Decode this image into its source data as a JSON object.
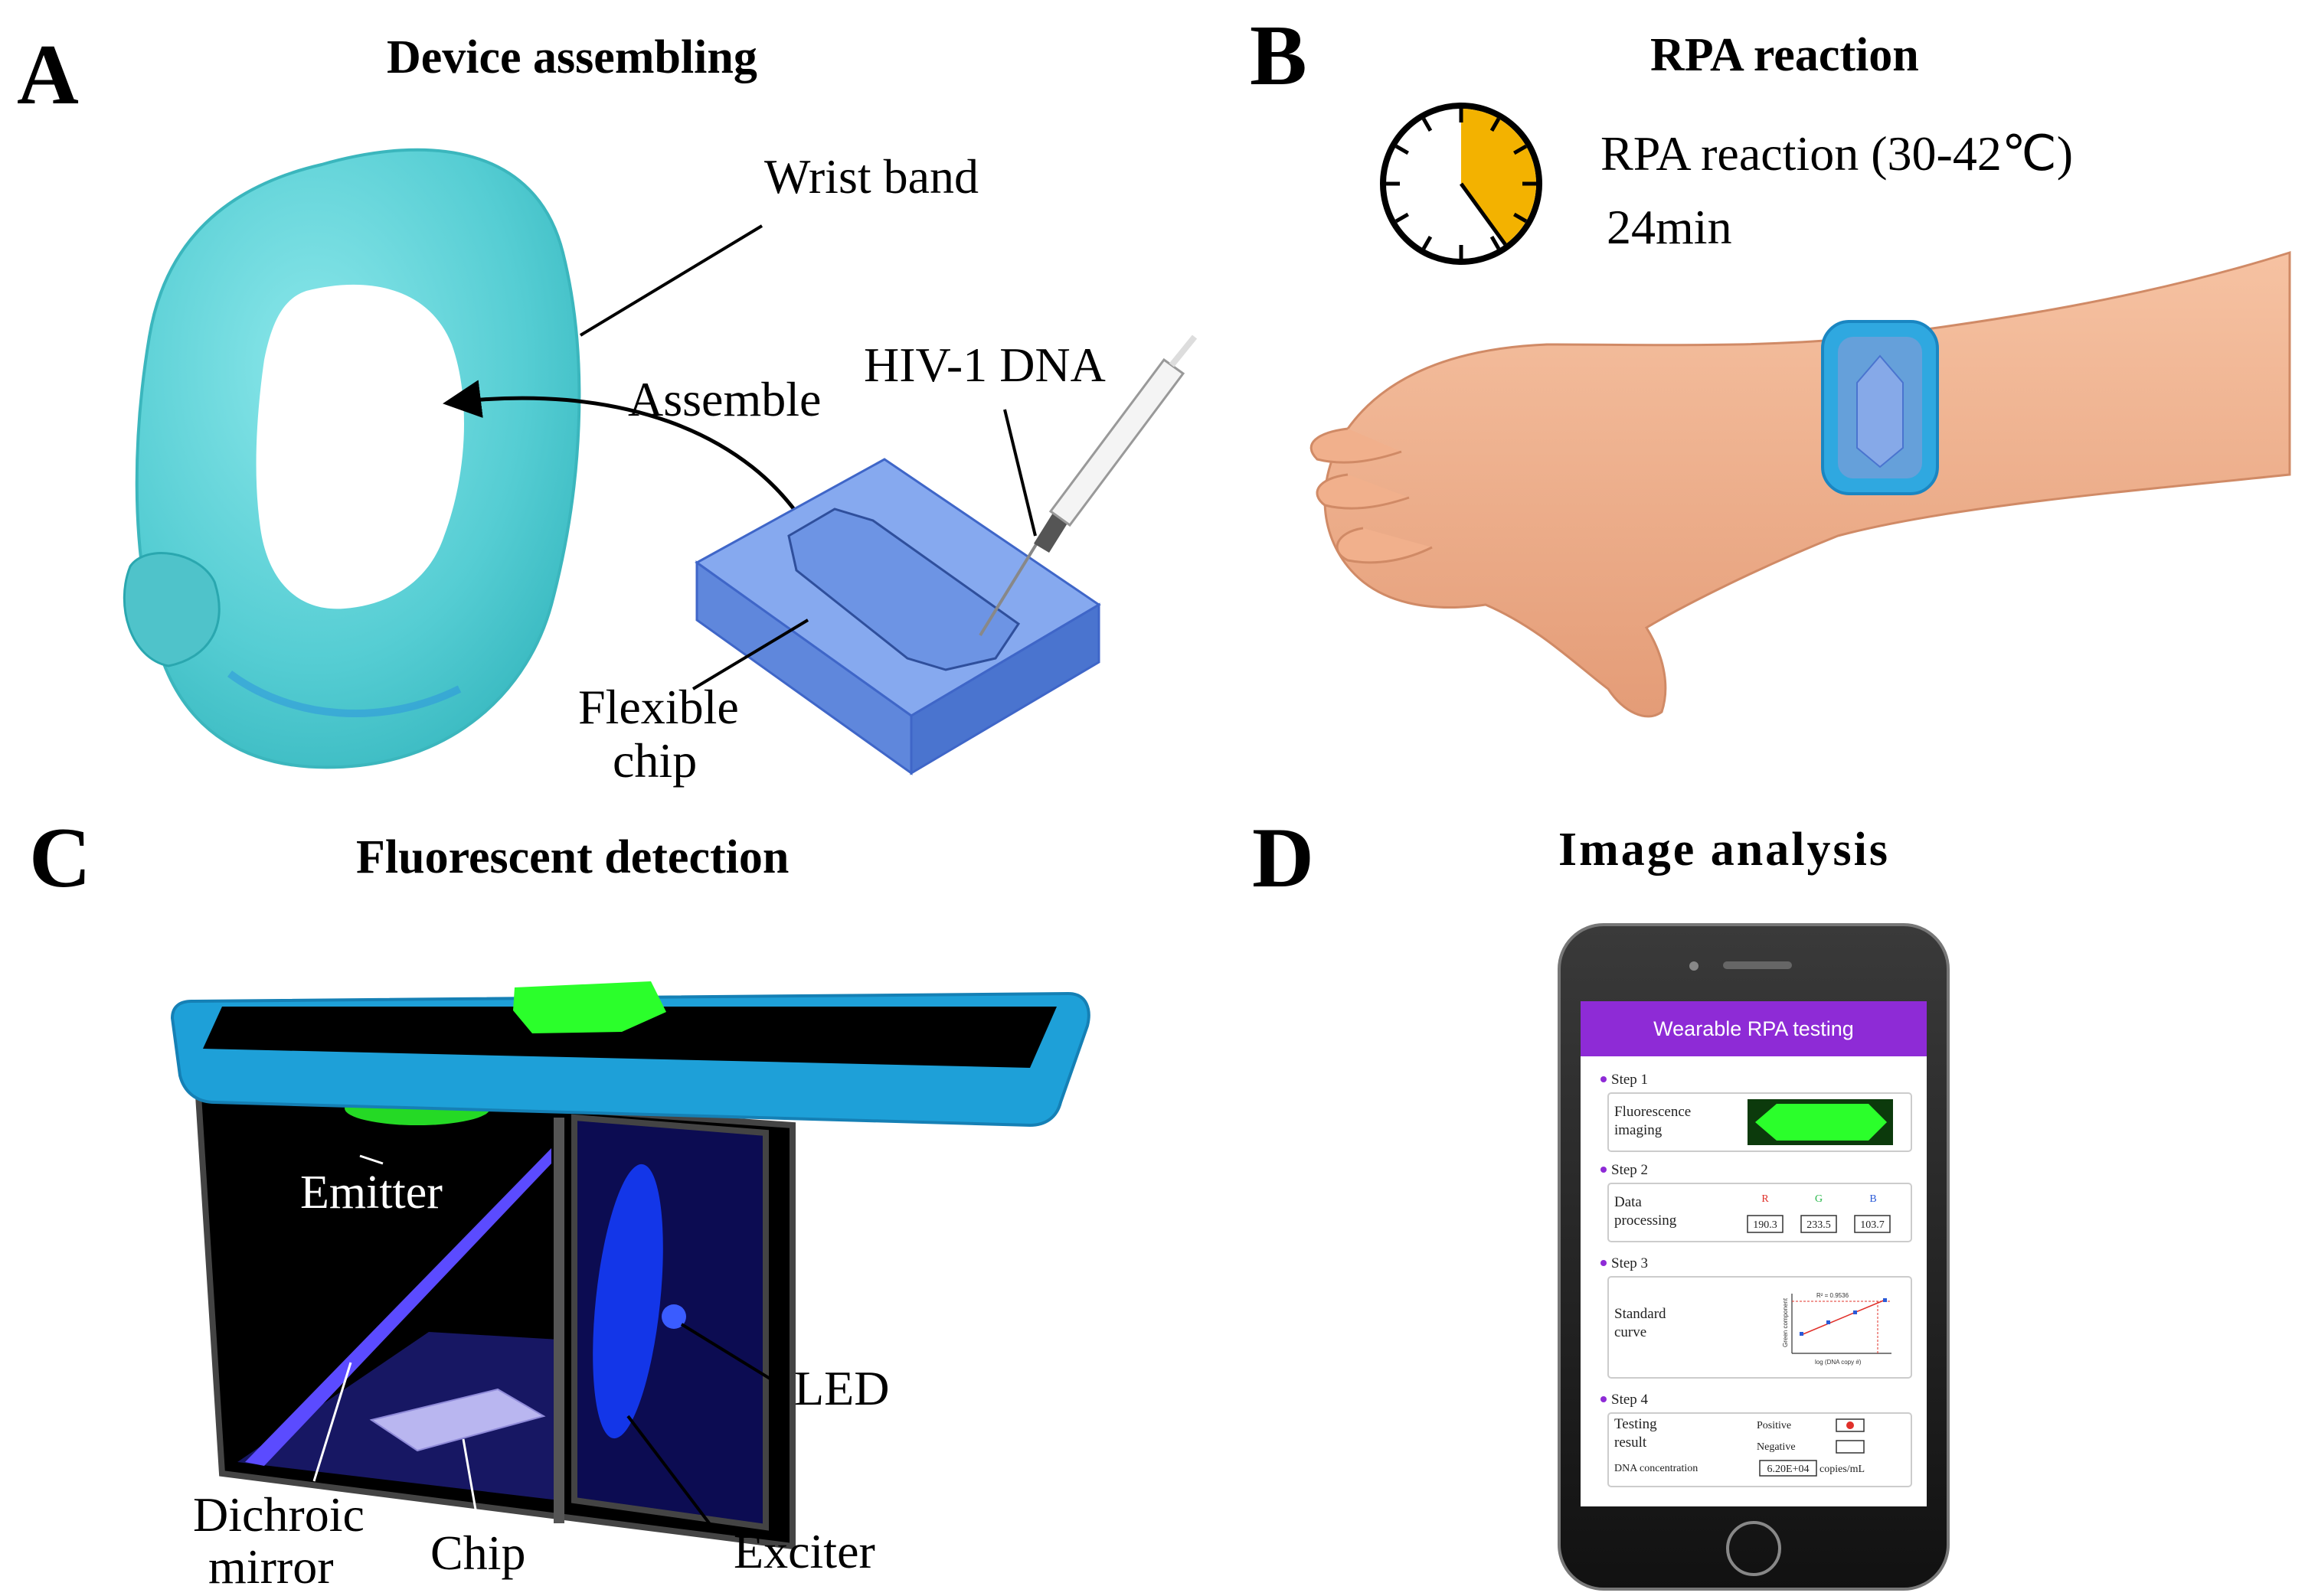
{
  "panels": {
    "a": {
      "letter": "A",
      "title": "Device assembling",
      "wrist_band": "Wrist band",
      "assemble": "Assemble",
      "hiv": "HIV-1 DNA",
      "flexible_chip_1": "Flexible",
      "flexible_chip_2": "chip"
    },
    "b": {
      "letter": "B",
      "title": "RPA reaction",
      "reaction": "RPA reaction (30-42℃)",
      "time": "24min",
      "timer_fraction": 0.4
    },
    "c": {
      "letter": "C",
      "title": "Fluorescent detection",
      "emitter": "Emitter",
      "led": "LED",
      "dichroic_1": "Dichroic",
      "dichroic_2": "mirror",
      "chip": "Chip",
      "exciter": "Exciter"
    },
    "d": {
      "letter": "D",
      "title": "Image analysis",
      "app": {
        "header": "Wearable RPA testing",
        "step1": {
          "label": "Step 1",
          "text_1": "Fluorescence",
          "text_2": "imaging"
        },
        "step2": {
          "label": "Step 2",
          "text_1": "Data",
          "text_2": "processing",
          "channels": [
            "R",
            "G",
            "B"
          ],
          "values": [
            "190.3",
            "233.5",
            "103.7"
          ]
        },
        "step3": {
          "label": "Step 3",
          "text_1": "Standard",
          "text_2": "curve",
          "r2": "R² = 0.9536",
          "xlabel": "log (DNA copy #)",
          "ylabel": "Green component"
        },
        "step4": {
          "label": "Step 4",
          "text_1": "Testing",
          "text_2": "result",
          "positive": "Positive",
          "negative": "Negative",
          "conc_label": "DNA concentration",
          "conc_value": "6.20E+04",
          "conc_unit": "copies/mL"
        }
      }
    }
  },
  "colors": {
    "band": "#5fd3d8",
    "chip": "#6f97e6",
    "timer_fill": "#f3b200",
    "phone_frame": "#1ea0d8",
    "fluor_green": "#2bff2b",
    "app_header": "#8e2bd6",
    "step_dot": "#8e2bd6",
    "skin": "#f1b08c"
  },
  "icons": [
    "timer-icon",
    "syringe-icon",
    "arrow-icon",
    "smartphone-icon"
  ]
}
